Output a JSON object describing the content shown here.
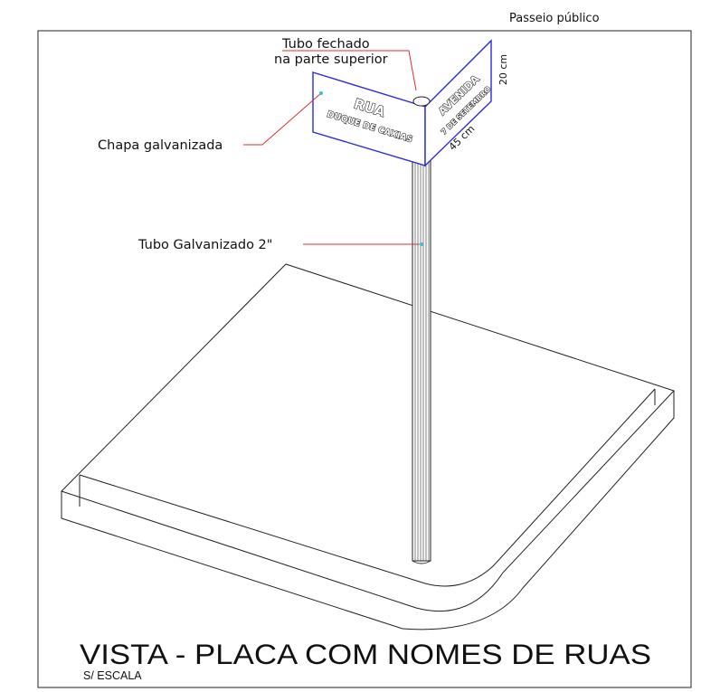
{
  "header": {
    "location_label": "Passeio público"
  },
  "annotations": {
    "top_tube_line1": "Tubo fechado",
    "top_tube_line2": "na parte superior",
    "sheet": "Chapa galvanizada",
    "pole": "Tubo Galvanizado 2\""
  },
  "dimensions": {
    "height": "20 cm",
    "width": "45 cm"
  },
  "sign": {
    "left_type": "RUA",
    "left_name": "DUQUE DE CAXIAS",
    "right_type": "AVENIDA",
    "right_name": "7 DE SETEMBRO"
  },
  "footer": {
    "title": "VISTA - PLACA COM NOMES DE RUAS",
    "scale": "S/ ESCALA"
  },
  "colors": {
    "plate_edge": "#2b2bd9",
    "leader": "#e03030",
    "marker": "#2ec4d6",
    "line": "#222222"
  }
}
